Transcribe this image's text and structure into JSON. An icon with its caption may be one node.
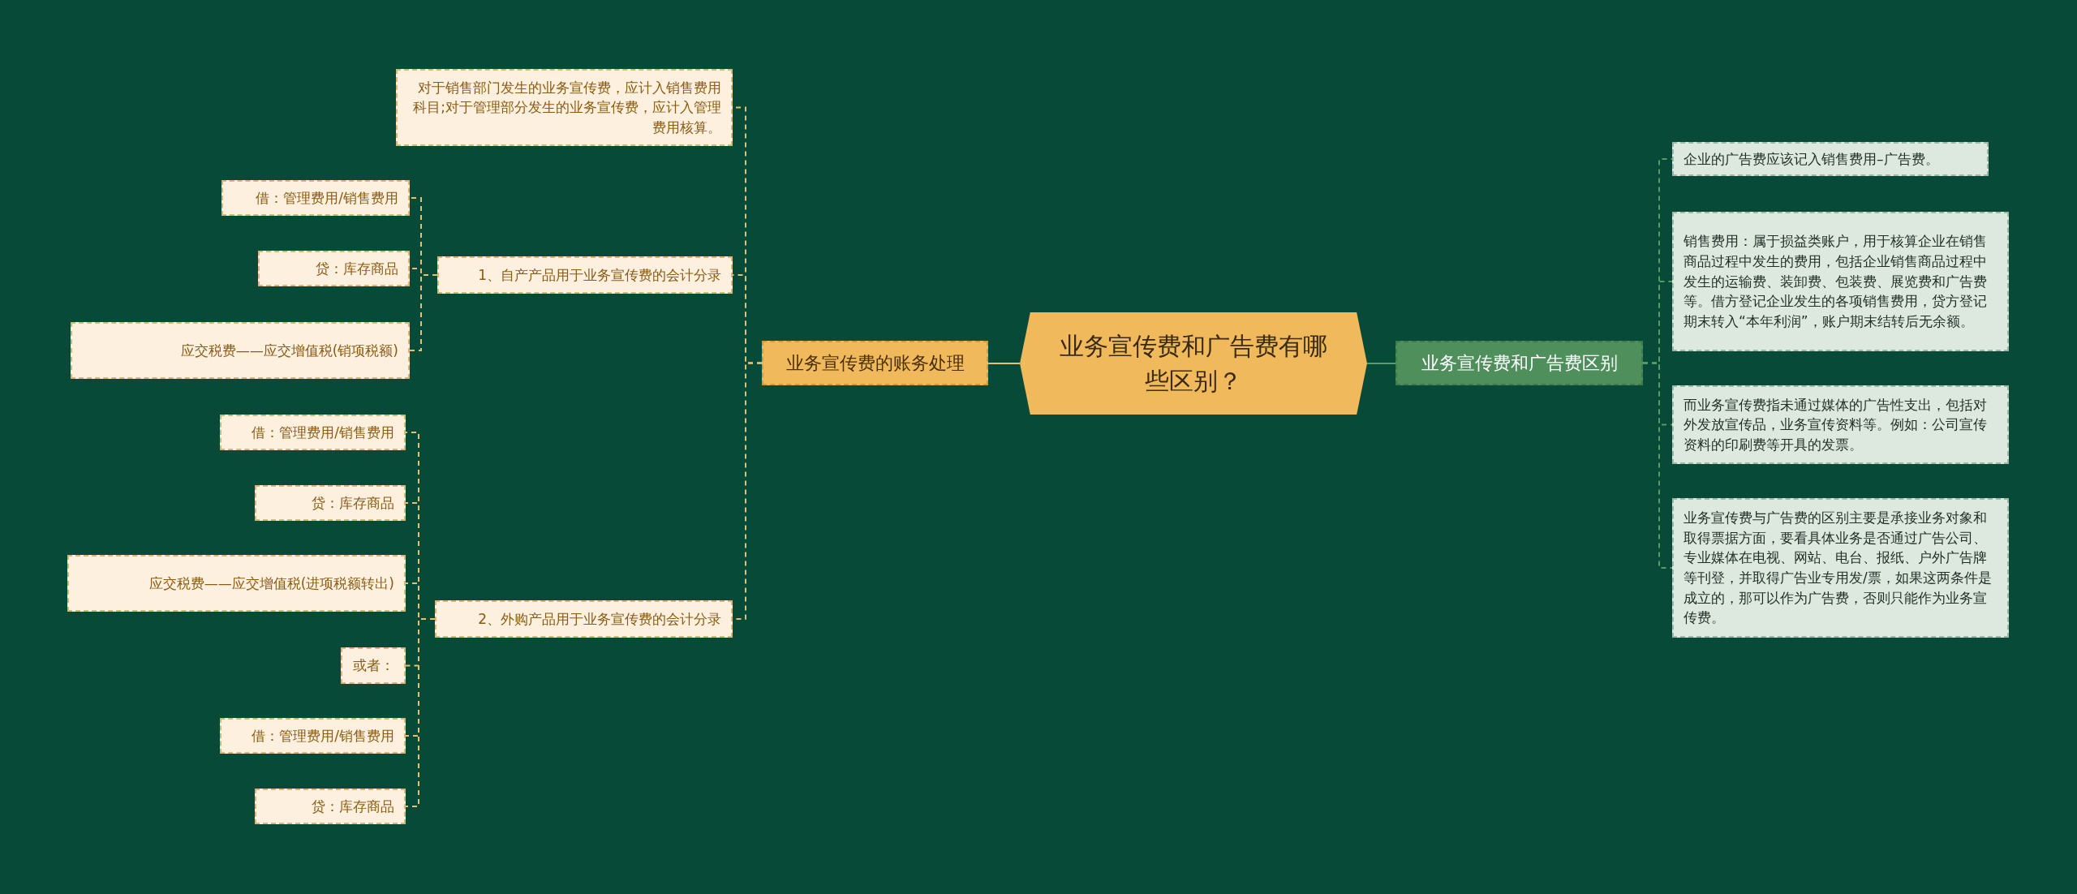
{
  "diagram": {
    "nodes": [
      {
        "text": [
          "业务宣传费和广告费有哪些区别？"
        ]
      },
      {
        "text": [
          "业务宣传费的账务处理"
        ]
      },
      {
        "text": [
          "对于销售部门发生的业务宣传费，应计入销售费用科目;对于管理部分发生的业务宣传费，应计入管理费用核算。"
        ]
      },
      {
        "text": [
          "1、自产产品用于业务宣传费的会计分录"
        ]
      },
      {
        "text": [
          "借：管理费用/销售费用"
        ]
      },
      {
        "text": [
          "贷：库存商品"
        ]
      },
      {
        "text": [
          "应交税费——应交增值税(销项税额)"
        ]
      },
      {
        "text": [
          "2、外购产品用于业务宣传费的会计分录"
        ]
      },
      {
        "text": [
          "借：管理费用/销售费用"
        ]
      },
      {
        "text": [
          "贷：库存商品"
        ]
      },
      {
        "text": [
          "应交税费——应交增值税(进项税额转出)"
        ]
      },
      {
        "text": [
          "或者："
        ]
      },
      {
        "text": [
          "借：管理费用/销售费用"
        ]
      },
      {
        "text": [
          "贷：库存商品"
        ]
      },
      {
        "text": [
          "业务宣传费和广告费区别"
        ]
      },
      {
        "text": [
          "企业的广告费应该记入销售费用–广告费。"
        ]
      },
      {
        "text": [
          "销售费用：属于损益类账户，用于核算企业在销售商品过程中发生的费用，包括企业销售商品过程中发生的运输费、装卸费、包装费、展览费和广告费等。借方登记企业发生的各项销售费用，贷方登记期末转入“本年利润”，账户期末结转后无余额。"
        ]
      },
      {
        "text": [
          "而业务宣传费指未通过媒体的广告性支出，包括对外发放宣传品，业务宣传资料等。例如：公司宣传资料的印刷费等开具的发票。"
        ]
      },
      {
        "text": [
          "业务宣传费与广告费的区别主要是承接业务对象和取得票据方面，要看具体业务是否通过广告公司、专业媒体在电视、网站、电台、报纸、户外广告牌等刊登，并取得广告业专用发/票，如果这两条件是成立的，那可以作为广告费，否则只能作为业务宣传费。"
        ]
      }
    ],
    "edges": [
      {
        "from": 0,
        "to": 1,
        "arrow": "none"
      },
      {
        "from": 1,
        "to": 2,
        "arrow": "none",
        "style": "dashed"
      },
      {
        "from": 1,
        "to": 3,
        "arrow": "none",
        "style": "dashed"
      },
      {
        "from": 3,
        "to": 4,
        "arrow": "none",
        "style": "dashed"
      },
      {
        "from": 3,
        "to": 5,
        "arrow": "none",
        "style": "dashed"
      },
      {
        "from": 3,
        "to": 6,
        "arrow": "none",
        "style": "dashed"
      },
      {
        "from": 1,
        "to": 7,
        "arrow": "none",
        "style": "dashed"
      },
      {
        "from": 7,
        "to": 8,
        "arrow": "none",
        "style": "dashed"
      },
      {
        "from": 7,
        "to": 9,
        "arrow": "none",
        "style": "dashed"
      },
      {
        "from": 7,
        "to": 10,
        "arrow": "none",
        "style": "dashed"
      },
      {
        "from": 7,
        "to": 11,
        "arrow": "none",
        "style": "dashed"
      },
      {
        "from": 7,
        "to": 12,
        "arrow": "none",
        "style": "dashed"
      },
      {
        "from": 7,
        "to": 13,
        "arrow": "none",
        "style": "dashed"
      },
      {
        "from": 0,
        "to": 14,
        "arrow": "none",
        "color": "#5a9a68"
      },
      {
        "from": 14,
        "to": 15,
        "arrow": "none",
        "style": "dashed",
        "color": "#5a9a68"
      },
      {
        "from": 14,
        "to": 16,
        "arrow": "none",
        "style": "dashed",
        "color": "#5a9a68"
      },
      {
        "from": 14,
        "to": 17,
        "arrow": "none",
        "style": "dashed",
        "color": "#5a9a68"
      },
      {
        "from": 14,
        "to": 18,
        "arrow": "none",
        "style": "dashed",
        "color": "#5a9a68"
      }
    ]
  }
}
